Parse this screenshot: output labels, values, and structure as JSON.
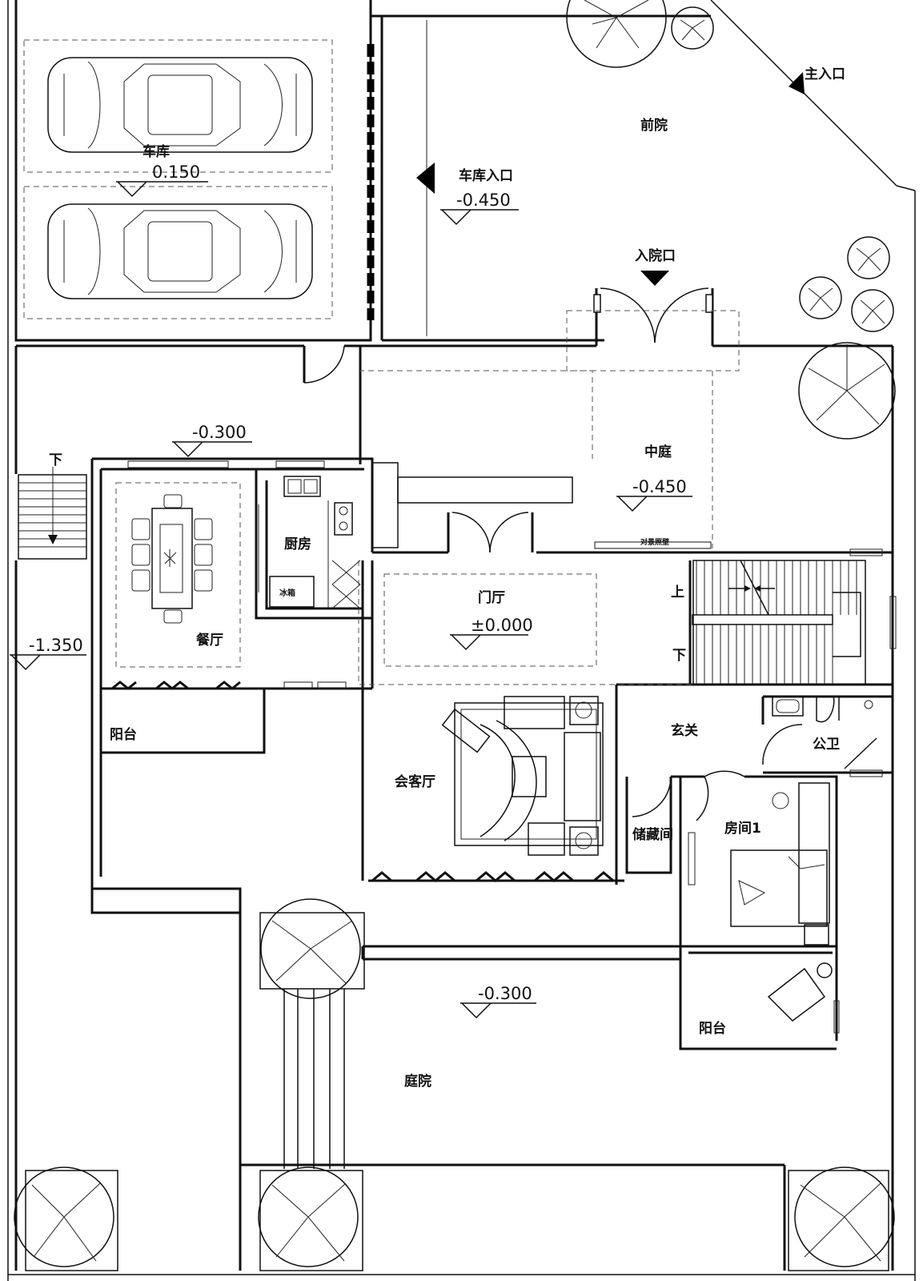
{
  "rooms": {
    "garage": "车库",
    "front_yard": "前院",
    "garage_entrance": "车库入口",
    "main_entrance": "主入口",
    "yard_entrance": "入院口",
    "courtyard": "中庭",
    "kitchen": "厨房",
    "fridge": "冰箱",
    "dining": "餐厅",
    "screen_wall": "对景照壁",
    "foyer": "门厅",
    "balcony_left": "阳台",
    "living": "会客厅",
    "entry_hall": "玄关",
    "public_wc": "公卫",
    "storage": "储藏间",
    "bedroom1": "房间1",
    "balcony_right": "阳台",
    "backyard": "庭院"
  },
  "levels": {
    "garage": "0.150",
    "garage_entrance": "-0.450",
    "dining": "-0.300",
    "courtyard": "-0.450",
    "foyer": "±0.000",
    "side": "-1.350",
    "backyard": "-0.300"
  },
  "stairs": {
    "left_down": "下",
    "main_up": "上",
    "main_down": "下"
  },
  "colors": {
    "line": "#111111",
    "fill": "#000000",
    "background": "#ffffff"
  }
}
